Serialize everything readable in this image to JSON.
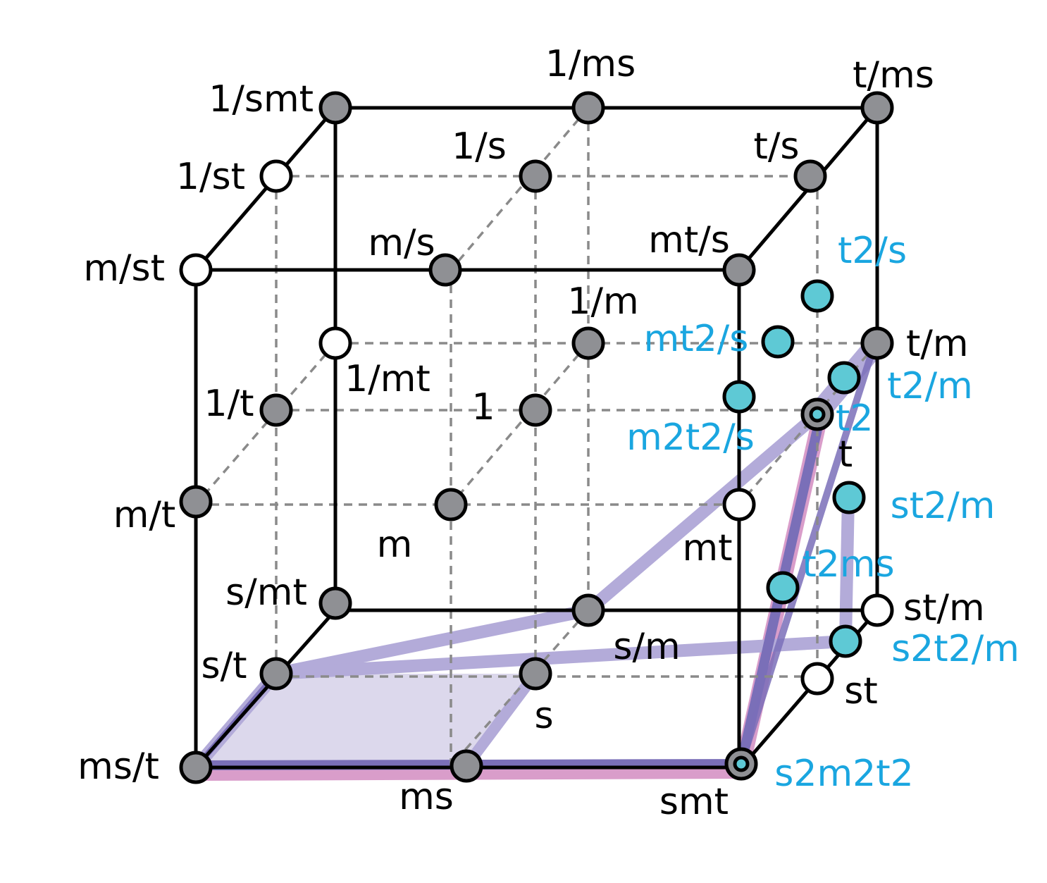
{
  "colors": {
    "node_filled": "#8f9094",
    "node_open": "#ffffff",
    "node_cyan": "#5ec9d5",
    "text_black": "#000000",
    "text_cyan": "#1aa6e0",
    "path_purple": "#7a6fb8",
    "path_purple_light": "#b3abd9",
    "path_pink": "#d592c4",
    "fill_region": "#dcd8ec",
    "dash_gray": "#8a8a8a"
  },
  "cube_nodes": [
    {
      "id": "1/smt",
      "label": "1/smt",
      "style": "filled"
    },
    {
      "id": "1/ms",
      "label": "1/ms",
      "style": "filled"
    },
    {
      "id": "t/ms",
      "label": "t/ms",
      "style": "filled"
    },
    {
      "id": "1/st",
      "label": "1/st",
      "style": "open"
    },
    {
      "id": "1/s",
      "label": "1/s",
      "style": "filled"
    },
    {
      "id": "t/s",
      "label": "t/s",
      "style": "filled"
    },
    {
      "id": "m/st",
      "label": "m/st",
      "style": "open"
    },
    {
      "id": "m/s",
      "label": "m/s",
      "style": "filled"
    },
    {
      "id": "mt/s",
      "label": "mt/s",
      "style": "filled"
    },
    {
      "id": "1/mt",
      "label": "1/mt",
      "style": "open"
    },
    {
      "id": "1/m",
      "label": "1/m",
      "style": "filled"
    },
    {
      "id": "t/m",
      "label": "t/m",
      "style": "filled"
    },
    {
      "id": "1/t",
      "label": "1/t",
      "style": "filled"
    },
    {
      "id": "1",
      "label": "1",
      "style": "filled"
    },
    {
      "id": "t",
      "label": "t",
      "style": "filled"
    },
    {
      "id": "m/t",
      "label": "m/t",
      "style": "filled"
    },
    {
      "id": "m",
      "label": "m",
      "style": "filled"
    },
    {
      "id": "mt",
      "label": "mt",
      "style": "open"
    },
    {
      "id": "s/mt",
      "label": "s/mt",
      "style": "filled"
    },
    {
      "id": "s/m",
      "label": "s/m",
      "style": "filled"
    },
    {
      "id": "st/m",
      "label": "st/m",
      "style": "open"
    },
    {
      "id": "s/t",
      "label": "s/t",
      "style": "filled"
    },
    {
      "id": "s",
      "label": "s",
      "style": "filled"
    },
    {
      "id": "st",
      "label": "st",
      "style": "open"
    },
    {
      "id": "ms/t",
      "label": "ms/t",
      "style": "filled"
    },
    {
      "id": "ms",
      "label": "ms",
      "style": "filled"
    },
    {
      "id": "smt",
      "label": "smt",
      "style": "filled"
    }
  ],
  "squared_nodes": [
    {
      "id": "t2/s",
      "label": "t2/s"
    },
    {
      "id": "mt2/s",
      "label": "mt2/s"
    },
    {
      "id": "t2/m",
      "label": "t2/m"
    },
    {
      "id": "t2",
      "label": "t2"
    },
    {
      "id": "m2t2/s",
      "label": "m2t2/s"
    },
    {
      "id": "st2/m",
      "label": "st2/m"
    },
    {
      "id": "t2ms",
      "label": "t2ms"
    },
    {
      "id": "s2t2/m",
      "label": "s2t2/m"
    },
    {
      "id": "s2m2t2",
      "label": "s2m2t2"
    }
  ]
}
